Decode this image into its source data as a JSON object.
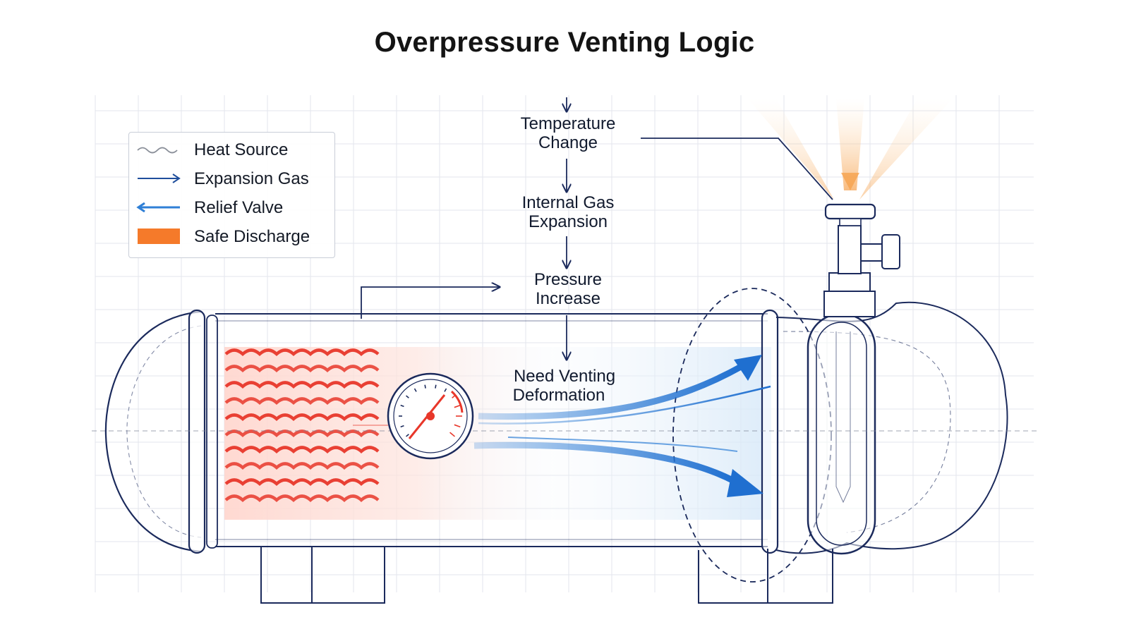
{
  "title": "Overpressure Venting Logic",
  "flow_steps": [
    {
      "id": "temperature-change",
      "lines": [
        "Temperature",
        "Change"
      ]
    },
    {
      "id": "internal-gas-expansion",
      "lines": [
        "Internal Gas",
        "Expansion"
      ]
    },
    {
      "id": "pressure-increase",
      "lines": [
        "Pressure",
        "Increase"
      ]
    },
    {
      "id": "need-venting-deformation",
      "lines": [
        "Need Venting",
        "Deformation"
      ]
    }
  ],
  "legend": {
    "items": [
      {
        "label": "Heat Source",
        "icon": "wavy-line-icon",
        "color": "#8a8f99"
      },
      {
        "label": "Expansion Gas",
        "icon": "arrow-right-icon",
        "color": "#1f4e9c"
      },
      {
        "label": "Relief Valve",
        "icon": "arrow-left-icon",
        "color": "#2f7fd6"
      },
      {
        "label": "Safe Discharge",
        "icon": "orange-block-icon",
        "color": "#f57a2a"
      }
    ]
  },
  "colors": {
    "outline": "#1b2a5c",
    "heat": "#e8372a",
    "gas_arrow": "#2f7fd6",
    "discharge": "#f6a24e",
    "grid": "#e3e6ec"
  }
}
